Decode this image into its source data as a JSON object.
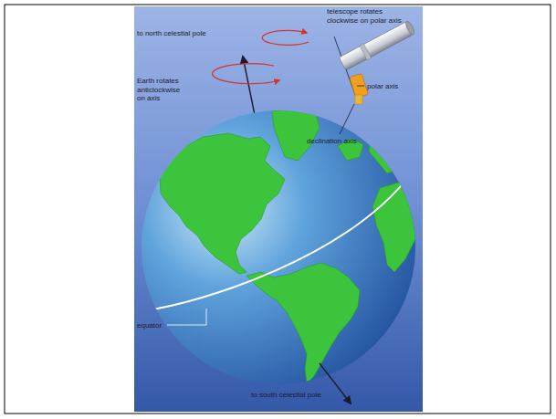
{
  "diagram": {
    "labels": [
      "to north celestial pole",
      "Earth rotates anticlockwise on axis",
      "telescope rotates clockwise on polar axis",
      "polar axis",
      "declination axis",
      "equator",
      "to south celestial pole"
    ]
  }
}
